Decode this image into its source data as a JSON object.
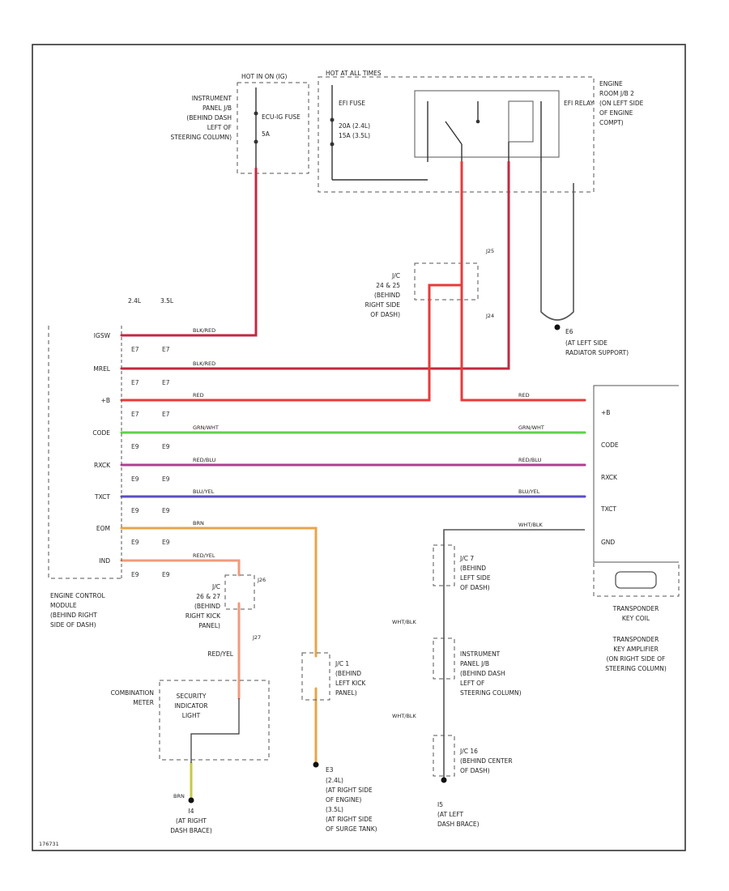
{
  "hot_label": "HOT IN ON (IG)",
  "hot_all_label": "HOT AT ALL TIMES",
  "ecu_fuse": {
    "name": "ECU-IG FUSE",
    "rating": "5A"
  },
  "ip_jb_desc": [
    "INSTRUMENT",
    "PANEL J/B",
    "(BEHIND DASH",
    "LEFT OF",
    "STEERING COLUMN)"
  ],
  "efi_fuse": {
    "name": "EFI FUSE",
    "rating1": "20A (2.4L)",
    "rating2": "15A (3.5L)"
  },
  "efi_relay": "EFI RELAY",
  "engine_room_jb": [
    "ENGINE",
    "ROOM J/B 2",
    "(ON LEFT SIDE",
    "OF ENGINE",
    "COMPT)"
  ],
  "jc": {
    "name": "J/C",
    "sub": "24 & 25",
    "desc": [
      "(BEHIND",
      "RIGHT SIDE",
      "OF DASH)"
    ],
    "side1": "J25",
    "side2": "J24"
  },
  "ground_e6": {
    "id": "E6",
    "desc": [
      "(AT LEFT SIDE",
      "RADIATOR SUPPORT)"
    ]
  },
  "conn_labels": [
    "2.4L",
    "3.5L"
  ],
  "ecm_pins": [
    "IGSW",
    "MREL",
    "+B",
    "CODE",
    "RXCK",
    "TXCT",
    "EOM",
    "IND"
  ],
  "ecm_nums_a": [
    "E7",
    "E7",
    "E7",
    "E9",
    "E9",
    "E9",
    "E9",
    "E9"
  ],
  "ecm_nums_b": [
    "E7",
    "E7",
    "E7",
    "E9",
    "E9",
    "E9",
    "E9",
    "E9"
  ],
  "wire_colors": [
    "BLK/RED",
    "BLK/RED",
    "RED",
    "GRN/WHT",
    "RED/BLU",
    "BLU/YEL",
    "BRN",
    "RED/YEL"
  ],
  "ecm_desc": [
    "ENGINE CONTROL",
    "MODULE",
    "(BEHIND RIGHT",
    "SIDE OF DASH)"
  ],
  "transponder_pins": [
    "+B",
    "CODE",
    "RXCK",
    "TXCT",
    "GND"
  ],
  "transponder_coil": [
    "TRANSPONDER",
    "KEY COIL"
  ],
  "transponder_amp": [
    "TRANSPONDER",
    "KEY AMPLIFIER",
    "(ON RIGHT SIDE OF",
    "STEERING COLUMN)"
  ],
  "jc2": {
    "name": "J/C",
    "sub": "26 & 27",
    "desc": [
      "(BEHIND",
      "RIGHT KICK",
      "PANEL)"
    ],
    "side1": "J26",
    "side2": "J27"
  },
  "redyel": "RED/YEL",
  "combination_meter": [
    "COMBINATION",
    "METER"
  ],
  "security_light": [
    "SECURITY",
    "INDICATOR",
    "LIGHT"
  ],
  "ground_i4": {
    "id": "I4",
    "desc": [
      "(AT RIGHT",
      "DASH BRACE)"
    ]
  },
  "brn": "BRN",
  "jc3": {
    "name": "J/C 1",
    "desc": [
      "(BEHIND",
      "LEFT KICK",
      "PANEL)"
    ]
  },
  "ground_e3": {
    "id": "E3",
    "desc": [
      "(2.4L)",
      "(AT RIGHT SIDE",
      "OF ENGINE)",
      "(3.5L)",
      "(AT RIGHT SIDE",
      "OF SURGE TANK)"
    ]
  },
  "wht_blk": "WHT/BLK",
  "jc4": {
    "name": "J/C 7",
    "desc": [
      "(BEHIND",
      "LEFT SIDE",
      "OF DASH)"
    ]
  },
  "ip_jb2": [
    "INSTRUMENT",
    "PANEL J/B",
    "(BEHIND DASH",
    "LEFT OF",
    "STEERING COLUMN)"
  ],
  "jc5": {
    "name": "J/C 16",
    "desc": [
      "(BEHIND CENTER",
      "OF DASH)"
    ]
  },
  "ground_i5": {
    "id": "I5",
    "desc": [
      "(AT LEFT",
      "DASH BRACE)"
    ]
  },
  "footer_code": "176731",
  "colors": {
    "red": "#e83a3a",
    "blkred": "#c02a40",
    "grn": "#5ed24a",
    "rxck": "#b23d8e",
    "blu": "#5a4fc4",
    "brn": "#e7a54a",
    "redyel": "#f19a7c",
    "wire_dark": "#555555"
  }
}
